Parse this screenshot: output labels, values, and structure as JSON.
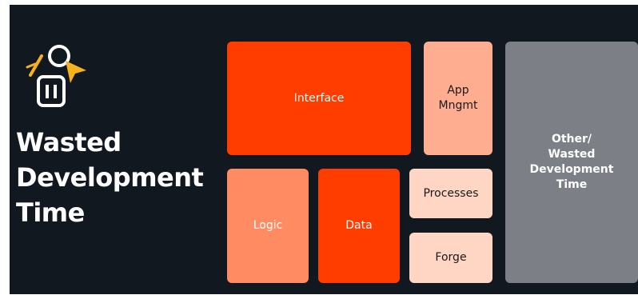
{
  "title": {
    "line1": "Wasted",
    "line2": "Development",
    "line3": "Time"
  },
  "icons": [
    "pencil-icon",
    "cursor-icon",
    "trash-icon"
  ],
  "colors": {
    "background": "#111820",
    "red": "#ff3d00",
    "salmon_dark": "#ff8b63",
    "salmon_light": "#ffad91",
    "pale": "#ffd6c4",
    "gray": "#7c7f85",
    "icon_accent": "#f5b21a"
  },
  "blocks": {
    "interface": {
      "label": "Interface"
    },
    "app_mngmt": {
      "line1": "App",
      "line2": "Mngmt"
    },
    "other": {
      "line1": "Other/",
      "line2": "Wasted",
      "line3": "Development",
      "line4": "Time"
    },
    "logic": {
      "label": "Logic"
    },
    "data": {
      "label": "Data"
    },
    "processes": {
      "label": "Processes"
    },
    "forge": {
      "label": "Forge"
    }
  }
}
